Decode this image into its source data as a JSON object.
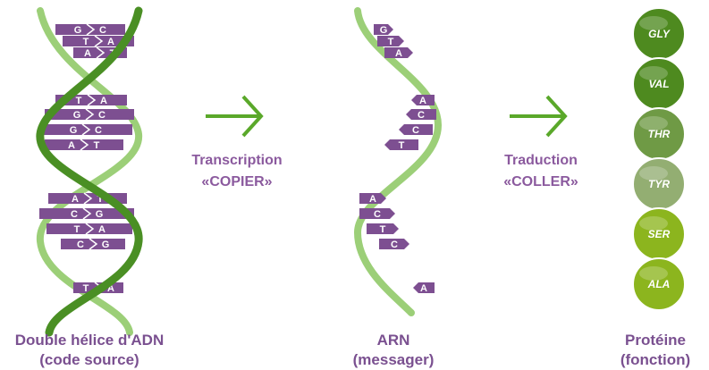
{
  "dna": {
    "label_line1": "Double hélice d'ADN",
    "label_line2": "(code source)",
    "pairs": [
      [
        "G",
        "C"
      ],
      [
        "T",
        "A"
      ],
      [
        "A",
        "T"
      ],
      [
        "T",
        "A"
      ],
      [
        "G",
        "C"
      ],
      [
        "G",
        "C"
      ],
      [
        "A",
        "T"
      ],
      [
        "A",
        "T"
      ],
      [
        "C",
        "G"
      ],
      [
        "T",
        "A"
      ],
      [
        "C",
        "G"
      ],
      [
        "T",
        "A"
      ]
    ]
  },
  "transcription": {
    "line1": "Transcription",
    "line2": "«COPIER»"
  },
  "rna": {
    "label_line1": "ARN",
    "label_line2": "(messager)",
    "bases": [
      "G",
      "T",
      "A",
      "A",
      "C",
      "C",
      "T",
      "A",
      "C",
      "T",
      "C",
      "A"
    ]
  },
  "translation": {
    "line1": "Traduction",
    "line2": "«COLLER»"
  },
  "protein": {
    "label_line1": "Protéine",
    "label_line2": "(fonction)",
    "amino_acids": [
      {
        "name": "GLY",
        "color": "#4e8a1f"
      },
      {
        "name": "VAL",
        "color": "#4e8a1f"
      },
      {
        "name": "THR",
        "color": "#6f9a45"
      },
      {
        "name": "TYR",
        "color": "#93ae72"
      },
      {
        "name": "SER",
        "color": "#8cb51e"
      },
      {
        "name": "ALA",
        "color": "#8cb51e"
      }
    ]
  },
  "colors": {
    "purple": "#7d4f91",
    "green_dark": "#4a8f24",
    "green_light": "#9ccf78",
    "arrow": "#5aa82a"
  }
}
